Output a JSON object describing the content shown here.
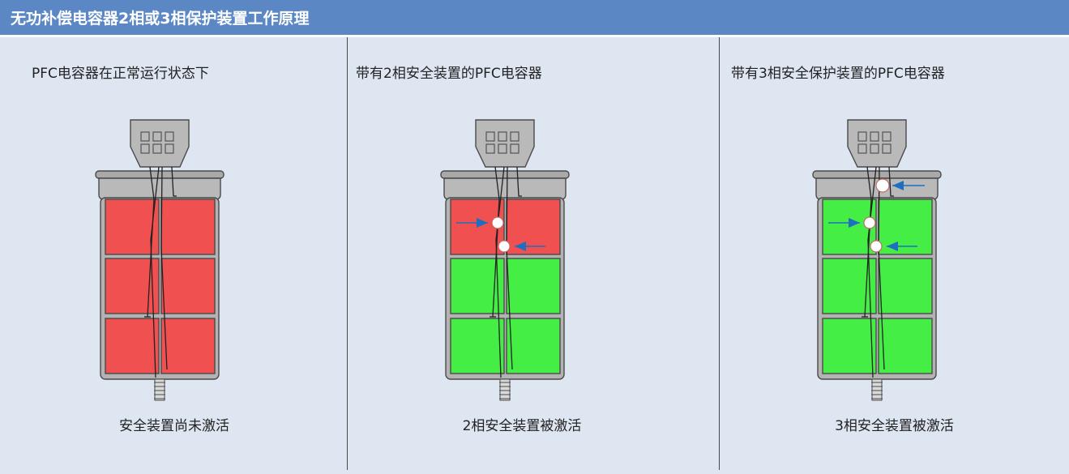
{
  "header": {
    "title": "无功补偿电容器2相或3相保护装置工作原理"
  },
  "colors": {
    "header_bg": "#5b87c5",
    "panel_bg": "#dde6f1",
    "cell_inactive": "#f05050",
    "cell_active": "#45ee45",
    "arrow": "#1f6fc0",
    "housing": "#b9b9b9"
  },
  "panels": [
    {
      "title": "PFC电容器在正常运行状态下",
      "caption": "安全装置尚未激活",
      "cells": [
        "red",
        "red",
        "red"
      ],
      "breakpoints": []
    },
    {
      "title": "带有2相安全装置的PFC电容器",
      "caption": "2相安全装置被激活",
      "cells": [
        "red",
        "green",
        "green"
      ],
      "breakpoints": [
        "top-cell-upper-left-arrow",
        "top-cell-lower-right-arrow"
      ]
    },
    {
      "title": "带有3相安全保护装置的PFC电容器",
      "caption": "3相安全装置被激活",
      "cells": [
        "green",
        "green",
        "green"
      ],
      "breakpoints": [
        "cap-right-arrow",
        "top-cell-upper-left-arrow",
        "top-cell-lower-right-arrow"
      ]
    }
  ]
}
